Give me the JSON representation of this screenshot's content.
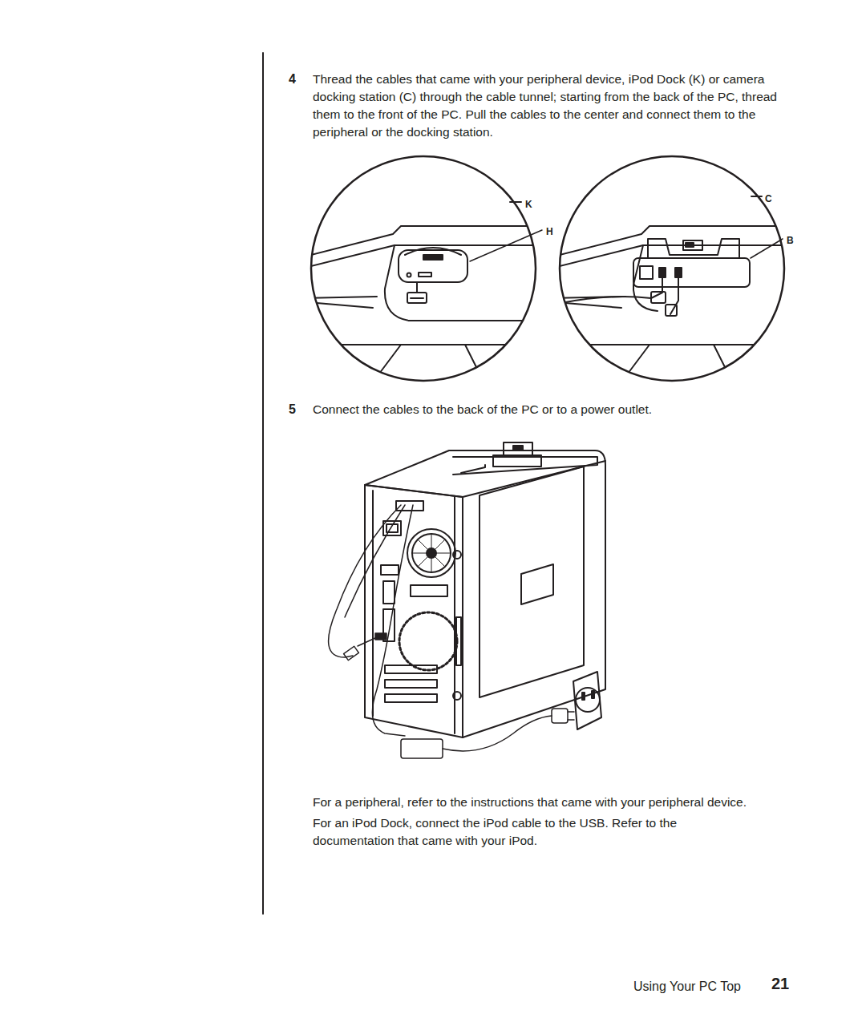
{
  "diagram": {
    "labels": [
      "4",
      "Thread the cables that came with your peripheral device, iPod Dock (K) or camera docking station (C) through the cable tunnel; starting from the back of the PC, thread them to the front of the PC. Pull the cables to the center and connect them to the peripheral or the docking station.",
      "K",
      "H",
      "C",
      "B",
      "5",
      "Connect the cables to the back of the PC or to a power outlet.",
      "For a peripheral, refer to the instructions that came with your peripheral device.",
      "For an iPod Dock, connect the iPod cable to the USB. Refer to the documentation that came with your iPod.",
      "Using Your PC Top",
      "21"
    ]
  }
}
